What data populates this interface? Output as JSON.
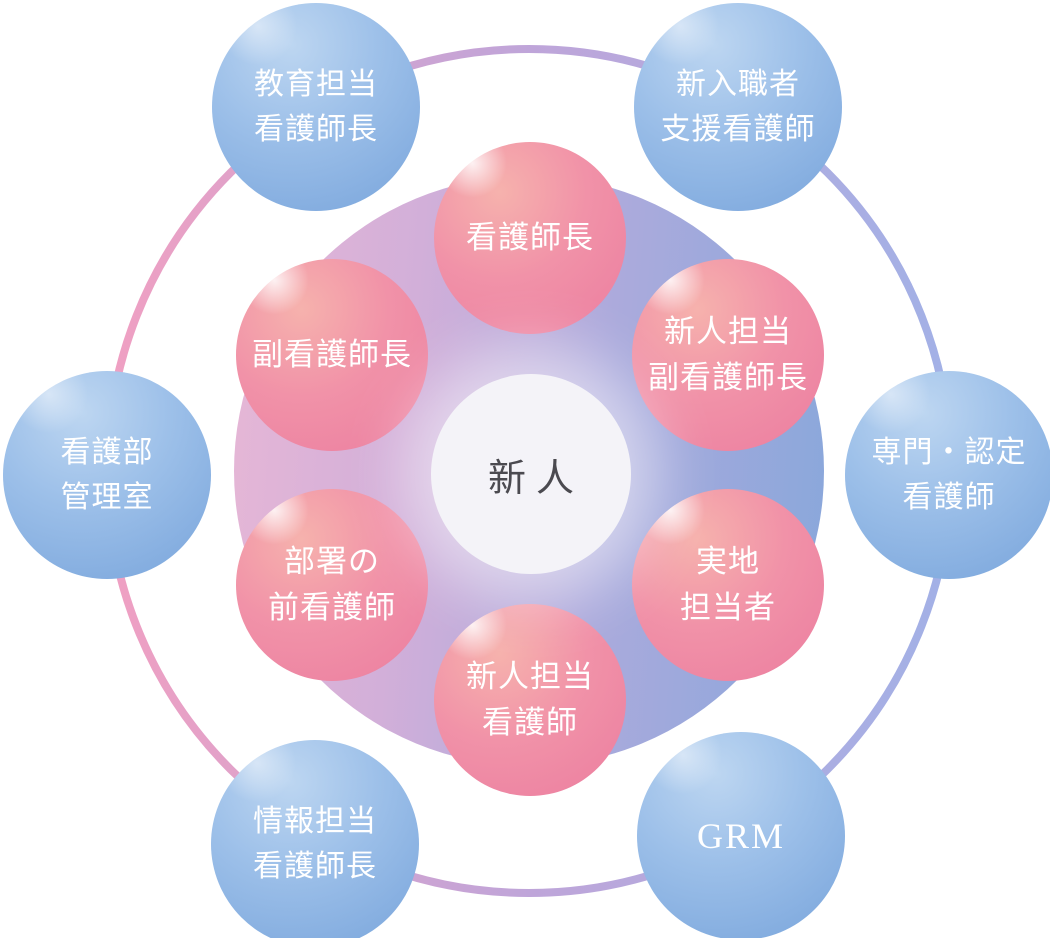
{
  "diagram": {
    "description": "newcomer-nurse-support-structure",
    "center_circle": {
      "label": "新人"
    },
    "inner_circles": [
      {
        "name": "head-nurse",
        "lines": [
          "看護師長"
        ]
      },
      {
        "name": "newcomer-lead-vice-head",
        "lines": [
          "新人担当",
          "副看護師長"
        ]
      },
      {
        "name": "on-site-trainer",
        "lines": [
          "実地",
          "担当者"
        ]
      },
      {
        "name": "newcomer-lead-nurse",
        "lines": [
          "新人担当",
          "看護師"
        ]
      },
      {
        "name": "former-dept-nurse",
        "lines": [
          "部署の",
          "前看護師"
        ]
      },
      {
        "name": "vice-head-nurse",
        "lines": [
          "副看護師長"
        ]
      }
    ],
    "outer_circles": [
      {
        "name": "education-head-nurse",
        "lines": [
          "教育担当",
          "看護師長"
        ]
      },
      {
        "name": "new-staff-support-nurse",
        "lines": [
          "新入職者",
          "支援看護師"
        ]
      },
      {
        "name": "certified-specialist-nurse",
        "lines": [
          "専門・認定",
          "看護師"
        ]
      },
      {
        "name": "grm",
        "lines": [
          "GRM"
        ]
      },
      {
        "name": "information-head-nurse",
        "lines": [
          "情報担当",
          "看護師長"
        ]
      },
      {
        "name": "nursing-dept-admin-office",
        "lines": [
          "看護部",
          "管理室"
        ]
      }
    ],
    "palette": {
      "inner_circle_highlight": "#f6b2ad",
      "inner_circle_main": "#f192a8",
      "inner_circle_deep": "#eb7d9f",
      "outer_circle_highlight": "#bdd6f1",
      "outer_circle_main": "#9dc0e9",
      "outer_circle_deep": "#78a4db",
      "field_left_pink": "#e7b7d6",
      "field_right_blue": "#88a7db",
      "ring_left_pink": "#f0a0c2",
      "ring_mid_purple": "#bfa5d9",
      "ring_right_blue": "#a2b1e6",
      "center_circle_fill": "#f4f3f8",
      "center_text_color": "#4b4a50",
      "label_text_color": "#ffffff",
      "background": "#ffffff"
    }
  }
}
